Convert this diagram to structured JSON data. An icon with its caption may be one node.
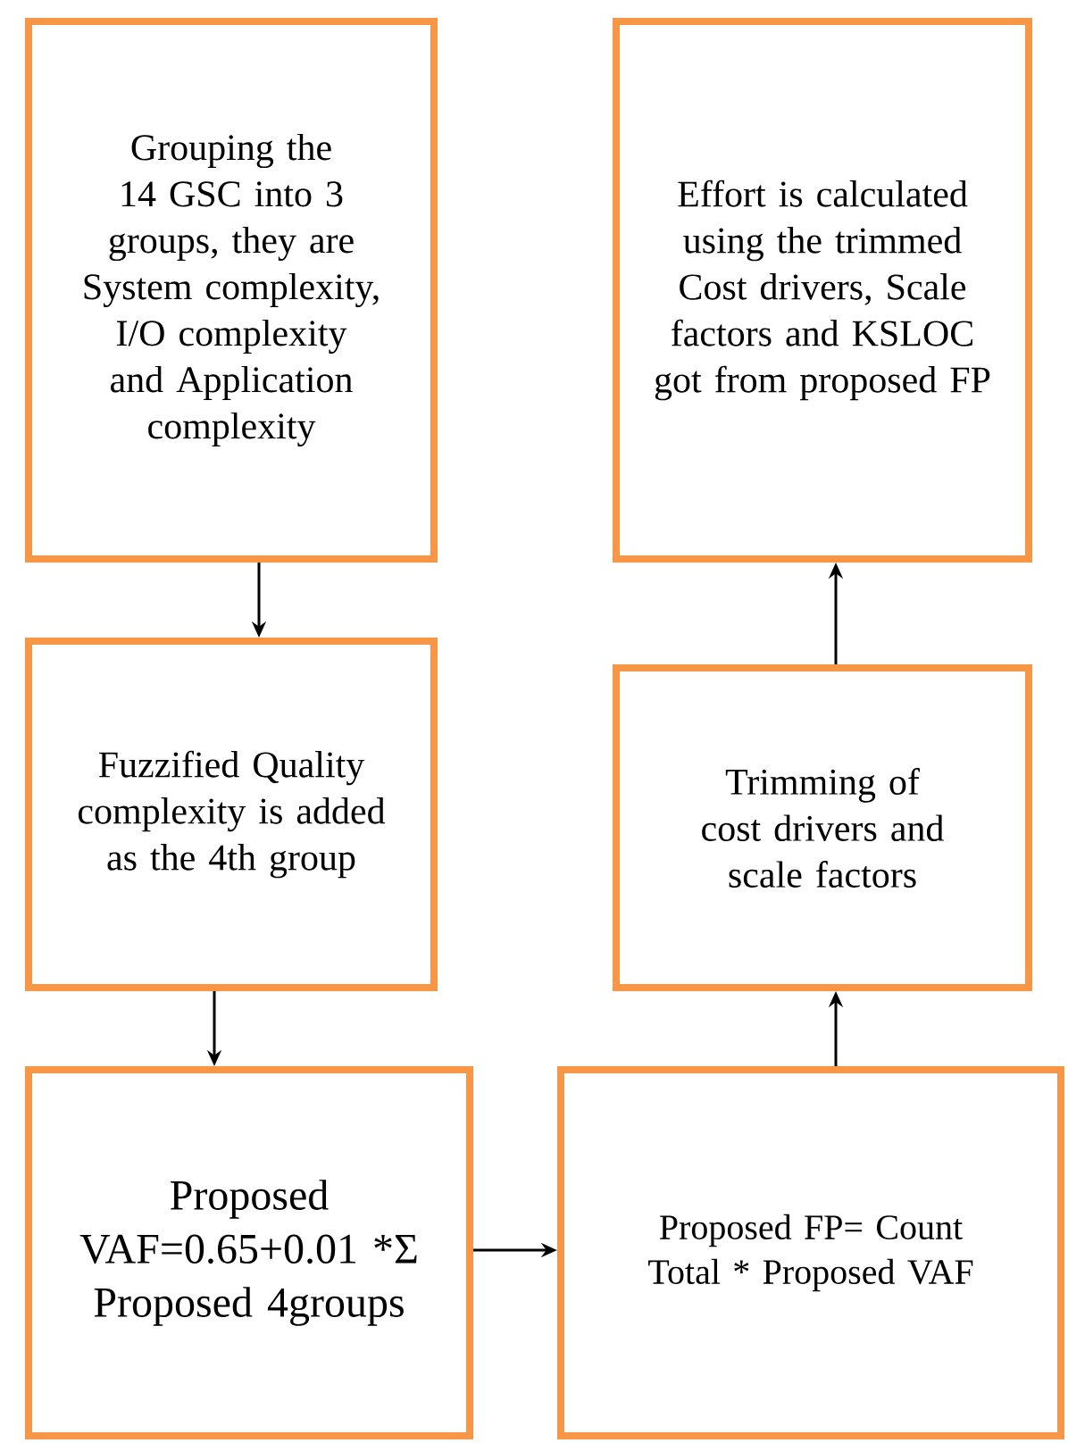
{
  "diagram": {
    "nodes": [
      {
        "text": [
          "Grouping the 14 GSC into 3 groups, they are System complexity, I/O complexity and Application complexity"
        ]
      },
      {
        "text": [
          "Fuzzified Quality complexity is added as the 4th group"
        ]
      },
      {
        "text": [
          "Proposed VAF=0.65+0.01 *Σ Proposed 4groups"
        ]
      },
      {
        "text": [
          "Proposed FP= Count Total * Proposed VAF"
        ]
      },
      {
        "text": [
          "Trimming of cost drivers and scale factors"
        ]
      },
      {
        "text": [
          "Effort is calculated using the trimmed Cost drivers, Scale factors and KSLOC got from proposed FP"
        ]
      }
    ],
    "edges": [
      {
        "from": 0,
        "to": 1,
        "arrow": "to"
      },
      {
        "from": 1,
        "to": 2,
        "arrow": "to"
      },
      {
        "from": 2,
        "to": 3,
        "arrow": "to"
      },
      {
        "from": 3,
        "to": 4,
        "arrow": "to"
      },
      {
        "from": 4,
        "to": 5,
        "arrow": "to"
      }
    ]
  }
}
